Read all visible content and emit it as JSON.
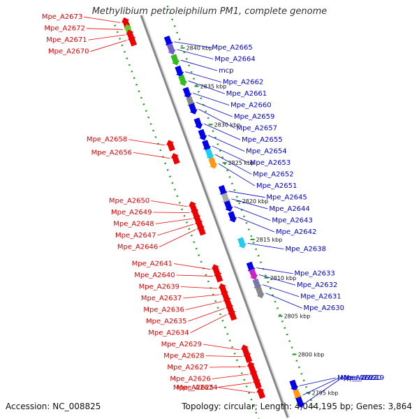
{
  "title": "Methylibium petroleiphilum PM1, complete genome",
  "footer": {
    "accession": "Accession: NC_008825",
    "summary": "Topology: circular; Length: 4,044,195 bp; Genes: 3,864"
  },
  "backbone": {
    "start_kbp": 2845.5,
    "end_kbp": 2793.0
  },
  "kbp_ticks": [
    {
      "label": "2840 kbp",
      "kbp": 2840
    },
    {
      "label": "2835 kbp",
      "kbp": 2835
    },
    {
      "label": "2830 kbp",
      "kbp": 2830
    },
    {
      "label": "2825 kbp",
      "kbp": 2825
    },
    {
      "label": "2820 kbp",
      "kbp": 2820
    },
    {
      "label": "2815 kbp",
      "kbp": 2815
    },
    {
      "label": "2810 kbp",
      "kbp": 2810
    },
    {
      "label": "2805 kbp",
      "kbp": 2805
    },
    {
      "label": "2800 kbp",
      "kbp": 2800
    },
    {
      "label": "2795 kbp",
      "kbp": 2795
    }
  ],
  "genes": [
    {
      "strand": "left",
      "label": "Mpe_A2673",
      "kbp": 2845.3,
      "color": "#ee0000"
    },
    {
      "strand": "left",
      "label": "Mpe_A2672",
      "kbp": 2844.4,
      "color": "#66cc22"
    },
    {
      "strand": "left",
      "label": "Mpe_A2671",
      "kbp": 2843.7,
      "color": "#ee0000"
    },
    {
      "strand": "left",
      "label": "Mpe_A2670",
      "kbp": 2843.0,
      "color": "#ee0000"
    },
    {
      "strand": "left",
      "label": "Mpe_A2658",
      "kbp": 2829.3,
      "color": "#ee0000"
    },
    {
      "strand": "left",
      "label": "Mpe_A2656",
      "kbp": 2827.6,
      "color": "#ee0000"
    },
    {
      "strand": "left",
      "label": "Mpe_A2650",
      "kbp": 2821.3,
      "color": "#ee0000"
    },
    {
      "strand": "left",
      "label": "Mpe_A2649",
      "kbp": 2820.5,
      "color": "#ee0000"
    },
    {
      "strand": "left",
      "label": "Mpe_A2648",
      "kbp": 2819.7,
      "color": "#ee0000"
    },
    {
      "strand": "left",
      "label": "Mpe_A2647",
      "kbp": 2819.0,
      "color": "#ee0000"
    },
    {
      "strand": "left",
      "label": "Mpe_A2646",
      "kbp": 2818.3,
      "color": "#ee0000"
    },
    {
      "strand": "left",
      "label": "Mpe_A2641",
      "kbp": 2813.1,
      "color": "#ee0000"
    },
    {
      "strand": "left",
      "label": "Mpe_A2640",
      "kbp": 2812.2,
      "color": "#ee0000"
    },
    {
      "strand": "left",
      "label": "Mpe_A2639",
      "kbp": 2810.6,
      "color": "#ee0000"
    },
    {
      "strand": "left",
      "label": "Mpe_A2637",
      "kbp": 2809.8,
      "color": "#ee0000"
    },
    {
      "strand": "left",
      "label": "Mpe_A2636",
      "kbp": 2808.9,
      "color": "#ee0000"
    },
    {
      "strand": "left",
      "label": "Mpe_A2635",
      "kbp": 2808.0,
      "color": "#ee0000"
    },
    {
      "strand": "left",
      "label": "Mpe_A2634",
      "kbp": 2807.2,
      "color": "#ee0000"
    },
    {
      "strand": "left",
      "label": "Mpe_A2629",
      "kbp": 2802.6,
      "color": "#ee0000"
    },
    {
      "strand": "left",
      "label": "Mpe_A2628",
      "kbp": 2801.7,
      "color": "#ee0000"
    },
    {
      "strand": "left",
      "label": "Mpe_A2627",
      "kbp": 2800.4,
      "color": "#ee0000"
    },
    {
      "strand": "left",
      "label": "Mpe_A2626",
      "kbp": 2799.4,
      "color": "#ee0000"
    },
    {
      "strand": "left",
      "label": "Mpe_A2625",
      "kbp": 2798.3,
      "color": "#ee0000"
    },
    {
      "strand": "left",
      "label": "Mpe_A2624",
      "kbp": 2797.0,
      "color": "#ee0000"
    },
    {
      "strand": "right",
      "label": "Mpe_A2665",
      "kbp": 2841.3,
      "color": "#0000ee"
    },
    {
      "strand": "right",
      "label": "Mpe_A2664",
      "kbp": 2840.3,
      "color": "#7060cc"
    },
    {
      "strand": "right",
      "label": "mcp",
      "kbp": 2838.9,
      "color": "#33bb22"
    },
    {
      "strand": "right",
      "label": "Mpe_A2662",
      "kbp": 2837.4,
      "color": "#0000ee"
    },
    {
      "strand": "right",
      "label": "Mpe_A2661",
      "kbp": 2836.2,
      "color": "#33bb22"
    },
    {
      "strand": "right",
      "label": "Mpe_A2660",
      "kbp": 2834.6,
      "color": "#0000ee"
    },
    {
      "strand": "right",
      "label": "Mpe_A2659",
      "kbp": 2833.4,
      "color": "#888888"
    },
    {
      "strand": "right",
      "label": "Mpe_A2657",
      "kbp": 2832.5,
      "color": "#0000ee"
    },
    {
      "strand": "right",
      "label": "Mpe_A2655",
      "kbp": 2830.6,
      "color": "#0000ee"
    },
    {
      "strand": "right",
      "label": "Mpe_A2654",
      "kbp": 2829.1,
      "color": "#0000ee"
    },
    {
      "strand": "right",
      "label": "Mpe_A2653",
      "kbp": 2827.7,
      "color": "#0000ee"
    },
    {
      "strand": "right",
      "label": "Mpe_A2652",
      "kbp": 2826.6,
      "color": "#22ccee"
    },
    {
      "strand": "right",
      "label": "Mpe_A2651",
      "kbp": 2825.4,
      "color": "#ff9911"
    },
    {
      "strand": "right",
      "label": "Mpe_A2645",
      "kbp": 2821.8,
      "color": "#0000ee"
    },
    {
      "strand": "right",
      "label": "Mpe_A2644",
      "kbp": 2820.8,
      "color": "#aaaaaa"
    },
    {
      "strand": "right",
      "label": "Mpe_A2643",
      "kbp": 2819.8,
      "color": "#0000ee"
    },
    {
      "strand": "right",
      "label": "Mpe_A2642",
      "kbp": 2818.4,
      "color": "#0000ee"
    },
    {
      "strand": "right",
      "label": "Mpe_A2638",
      "kbp": 2815.0,
      "color": "#22ccee"
    },
    {
      "strand": "right",
      "label": "Mpe_A2633",
      "kbp": 2811.8,
      "color": "#0000ee"
    },
    {
      "strand": "right",
      "label": "Mpe_A2632",
      "kbp": 2810.9,
      "color": "#cc22cc"
    },
    {
      "strand": "right",
      "label": "Mpe_A2631",
      "kbp": 2809.6,
      "color": "#7777aa"
    },
    {
      "strand": "right",
      "label": "Mpe_A2630",
      "kbp": 2808.5,
      "color": "#888888"
    },
    {
      "strand": "right",
      "label": "Mpe_A2621",
      "kbp": 2796.4,
      "color": "#0000ee"
    },
    {
      "strand": "right",
      "label": "Mpe_A2620",
      "kbp": 2795.2,
      "color": "#ff9911"
    },
    {
      "strand": "right",
      "label": "Mpe_A2619",
      "kbp": 2794.2,
      "color": "#0000ee"
    }
  ]
}
